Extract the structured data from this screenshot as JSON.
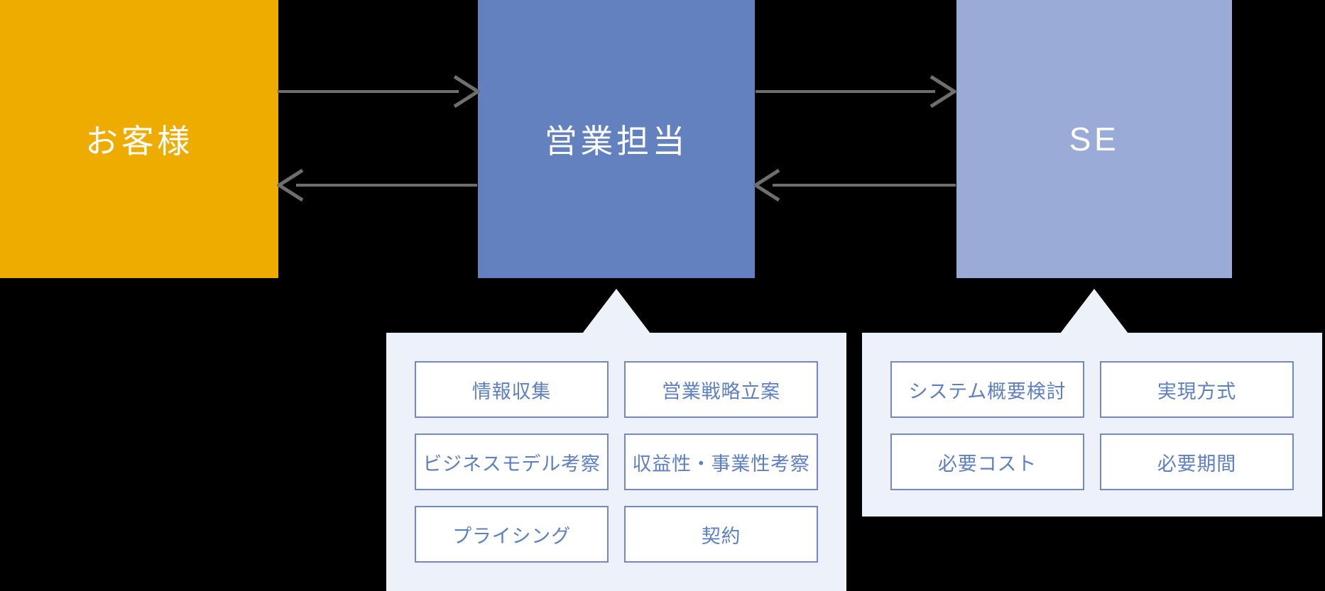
{
  "diagram": {
    "background_color": "#000000",
    "actors": [
      {
        "label": "お客様",
        "color": "#EFAC00",
        "text_color": "#FFFFFF"
      },
      {
        "label": "営業担当",
        "color": "#6381BE",
        "text_color": "#FFFFFF"
      },
      {
        "label": "SE",
        "color": "#99ABD6",
        "text_color": "#FFFFFF"
      }
    ],
    "arrows": [
      {
        "from": "お客様",
        "to": "営業担当",
        "direction": "right",
        "color": "#6E6E6E"
      },
      {
        "from": "営業担当",
        "to": "お客様",
        "direction": "left",
        "color": "#6E6E6E"
      },
      {
        "from": "営業担当",
        "to": "SE",
        "direction": "right",
        "color": "#6E6E6E"
      },
      {
        "from": "SE",
        "to": "営業担当",
        "direction": "left",
        "color": "#6E6E6E"
      }
    ],
    "panels": [
      {
        "owner": "営業担当",
        "background": "#EDF1F9",
        "item_border_color": "#7289C6",
        "item_text_color": "#5E7FC2",
        "items": [
          "情報収集",
          "営業戦略立案",
          "ビジネスモデル考察",
          "収益性・事業性考察",
          "プライシング",
          "契約"
        ]
      },
      {
        "owner": "SE",
        "background": "#EDF1F9",
        "item_border_color": "#7289C6",
        "item_text_color": "#5E7FC2",
        "items": [
          "システム概要検討",
          "実現方式",
          "必要コスト",
          "必要期間"
        ]
      }
    ]
  }
}
